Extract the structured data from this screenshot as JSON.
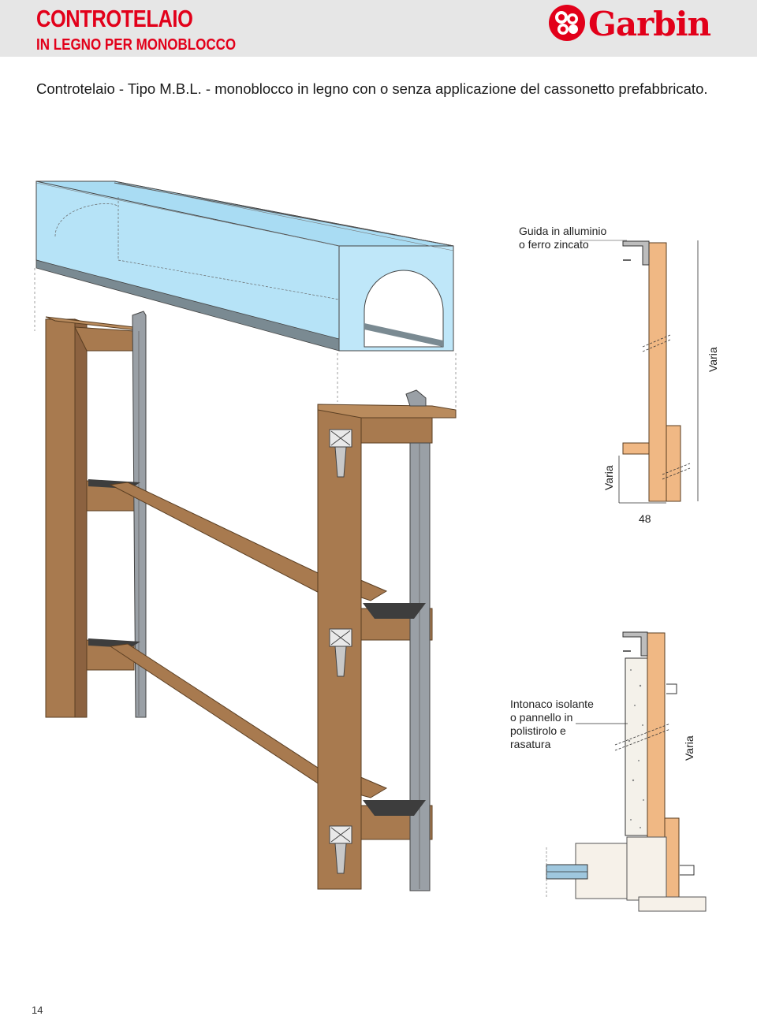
{
  "header": {
    "title_line1": "CONTROTELAIO",
    "title_line2": "IN LEGNO PER MONOBLOCCO",
    "brand": "Garbin",
    "brand_color": "#e2001a",
    "band_color": "#e6e6e6"
  },
  "description": "Controtelaio - Tipo M.B.L. - monoblocco in legno con o senza applicazione del cassonetto prefabbricato.",
  "labels": {
    "guide_line1": "Guida in alluminio",
    "guide_line2": "o ferro zincato",
    "varia_top_right": "Varia",
    "varia_left": "Varia",
    "dimension_48": "48",
    "insulation_line1": "Intonaco isolante",
    "insulation_line2": "o pannello in",
    "insulation_line3": "polistirolo e",
    "insulation_line4": "rasatura",
    "varia_bottom": "Varia"
  },
  "page_number": "14"
}
